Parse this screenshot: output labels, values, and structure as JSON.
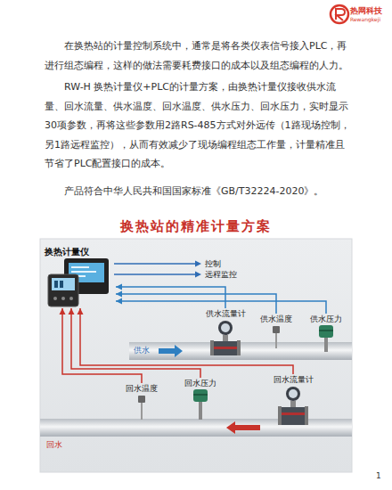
{
  "diagram": {
    "title": "换热站的精准计量方案",
    "nodes": [
      {
        "text": [
          "换热计量仪"
        ]
      },
      {
        "text": [
          "供水流量计"
        ]
      },
      {
        "text": [
          "供水温度"
        ]
      },
      {
        "text": [
          "供水压力"
        ]
      },
      {
        "text": [
          "回水流量计"
        ]
      },
      {
        "text": [
          "回水温度"
        ]
      },
      {
        "text": [
          "回水压力"
        ]
      }
    ],
    "edges": [
      {
        "from": 1,
        "to": 0,
        "arrow": "to"
      },
      {
        "from": 2,
        "to": 0,
        "arrow": "to"
      },
      {
        "from": 3,
        "to": 0,
        "arrow": "to"
      },
      {
        "from": 4,
        "to": 0,
        "arrow": "to"
      },
      {
        "from": 5,
        "to": 0,
        "arrow": "to"
      },
      {
        "from": 6,
        "to": 0,
        "arrow": "to"
      }
    ],
    "labels": [
      "热网科技",
      "Rewangkeji",
      "在换热站的计量控制系统中，通常是将各类仪表信号接入PLC，再进行组态编程，这样的做法需要耗费接口的成本以及组态编程的人力。",
      "RW-H 换热计量仪+PLC的计量方案，由换热计量仪接收供水流量、回水流量、供水温度、回水温度、供水压力、回水压力，实时显示30项参数，再将这些参数用2路RS-485方式对外远传（1路现场控制，另1路远程监控），从而有效减少了现场编程组态工作量，计量精准且节省了PLC配置接口的成本。",
      "产品符合中华人民共和国国家标准《GB/T32224-2020》。",
      "控制",
      "远程监控",
      "供水",
      "回水",
      "1"
    ]
  }
}
